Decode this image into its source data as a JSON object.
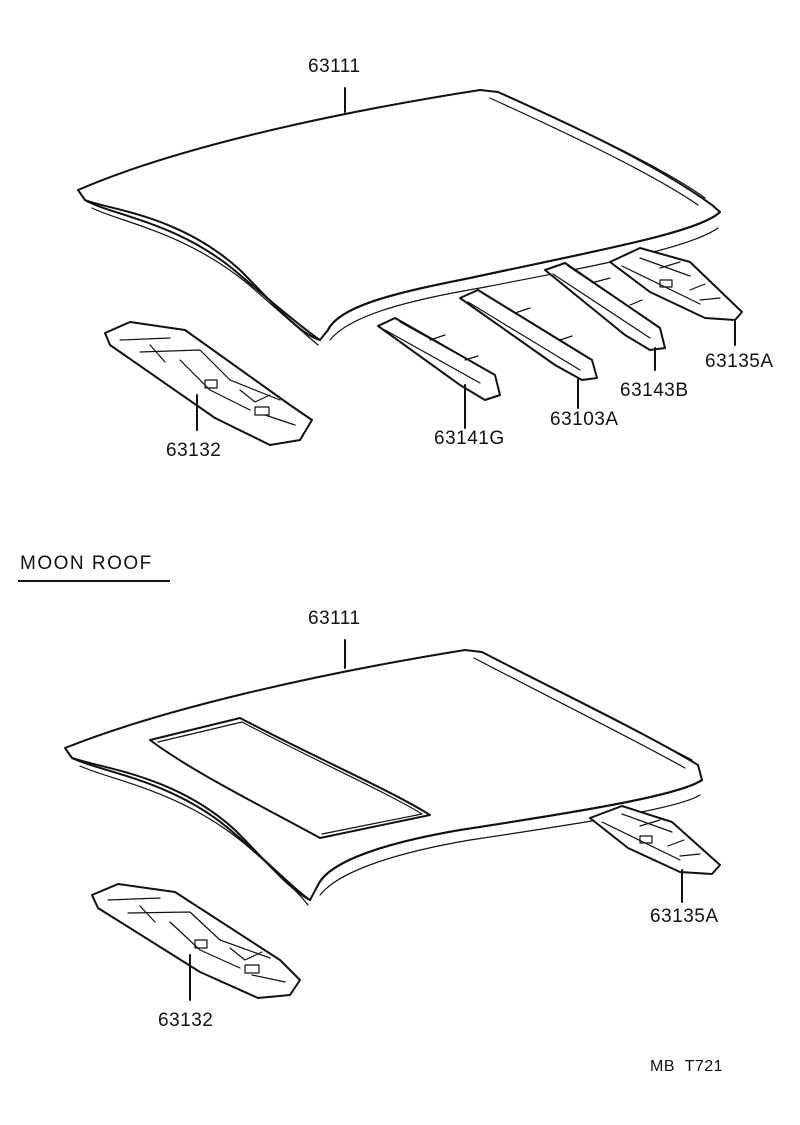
{
  "sections": {
    "standard": {
      "roof_panel": "63111",
      "front_header": "63132",
      "bow_1": "63141G",
      "bow_2": "63103A",
      "bow_3": "63143B",
      "rear_header": "63135A"
    },
    "moon_roof": {
      "title": "MOON ROOF",
      "roof_panel": "63111",
      "front_header": "63132",
      "rear_header": "63135A"
    }
  },
  "footer": {
    "code": "MB  T721"
  }
}
